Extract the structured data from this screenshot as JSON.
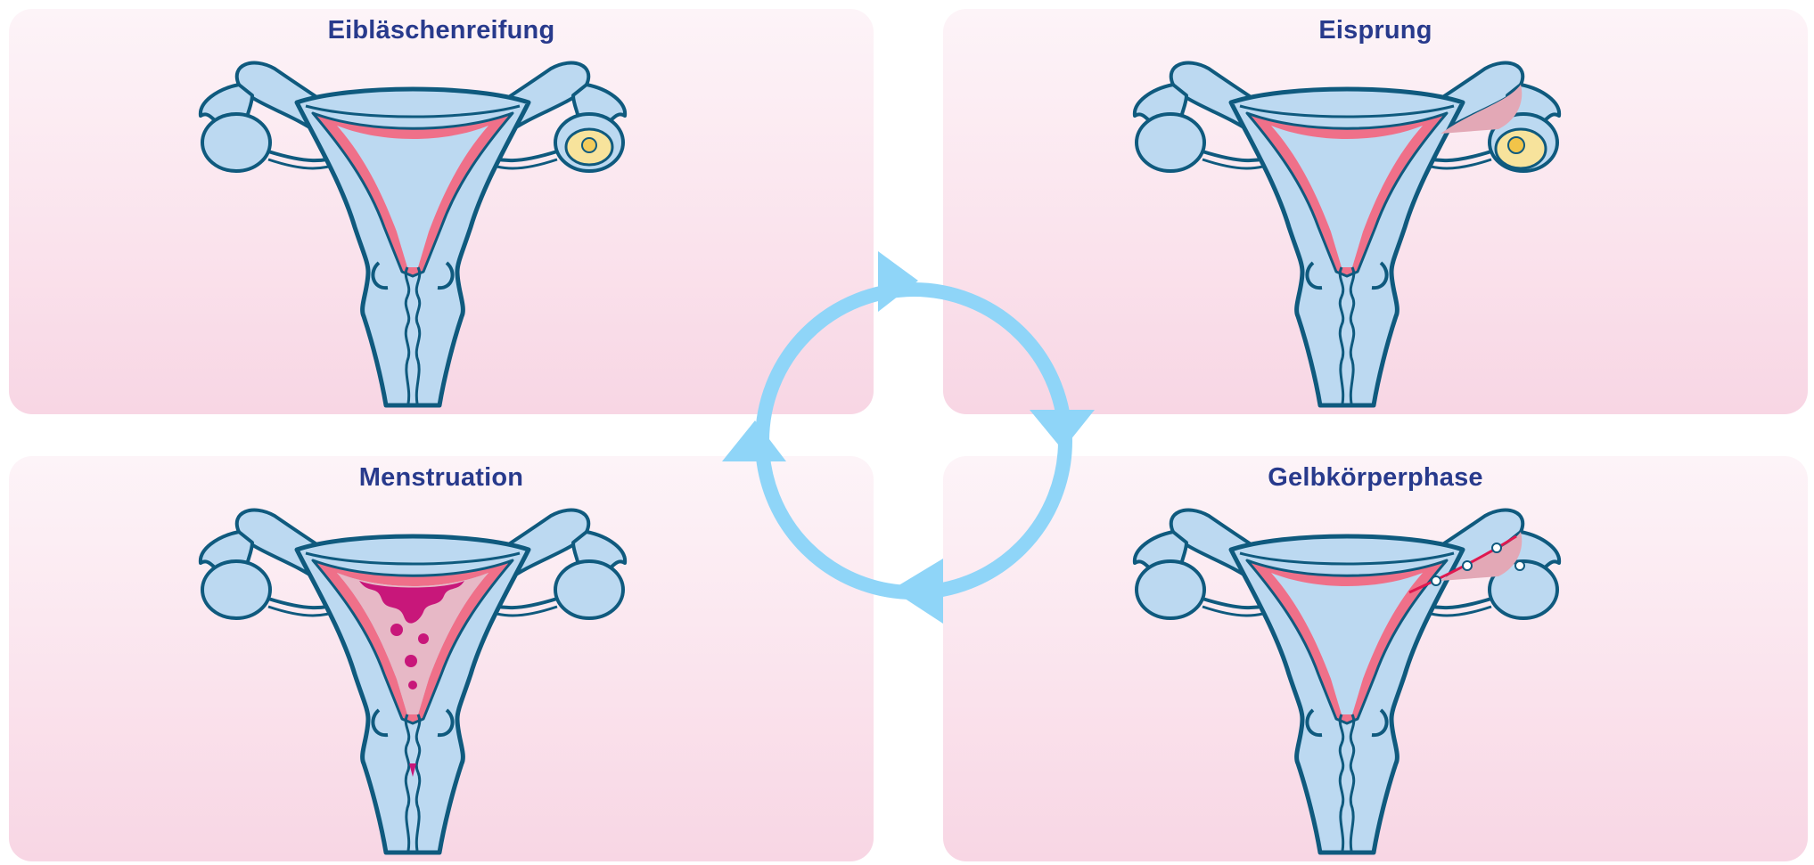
{
  "panels": {
    "top_left": {
      "title": "Eibläschenreifung",
      "phase": "follicular"
    },
    "top_right": {
      "title": "Eisprung",
      "phase": "ovulation"
    },
    "bottom_left": {
      "title": "Menstruation",
      "phase": "menstruation"
    },
    "bottom_right": {
      "title": "Gelbkörperphase",
      "phase": "luteal"
    }
  },
  "colors": {
    "panel_top": "#fdf4f8",
    "panel_bottom": "#f8d6e4",
    "title": "#283a8c",
    "organ_fill": "#bcd9f1",
    "organ_stroke": "#0f5a7e",
    "endometrium": "#ef7089",
    "follicle": "#f7e39c",
    "menstrual_blood": "#c8177a",
    "cycle_arrow": "#8fd5f8"
  },
  "cycle": {
    "direction": "clockwise",
    "arrows": 4
  }
}
